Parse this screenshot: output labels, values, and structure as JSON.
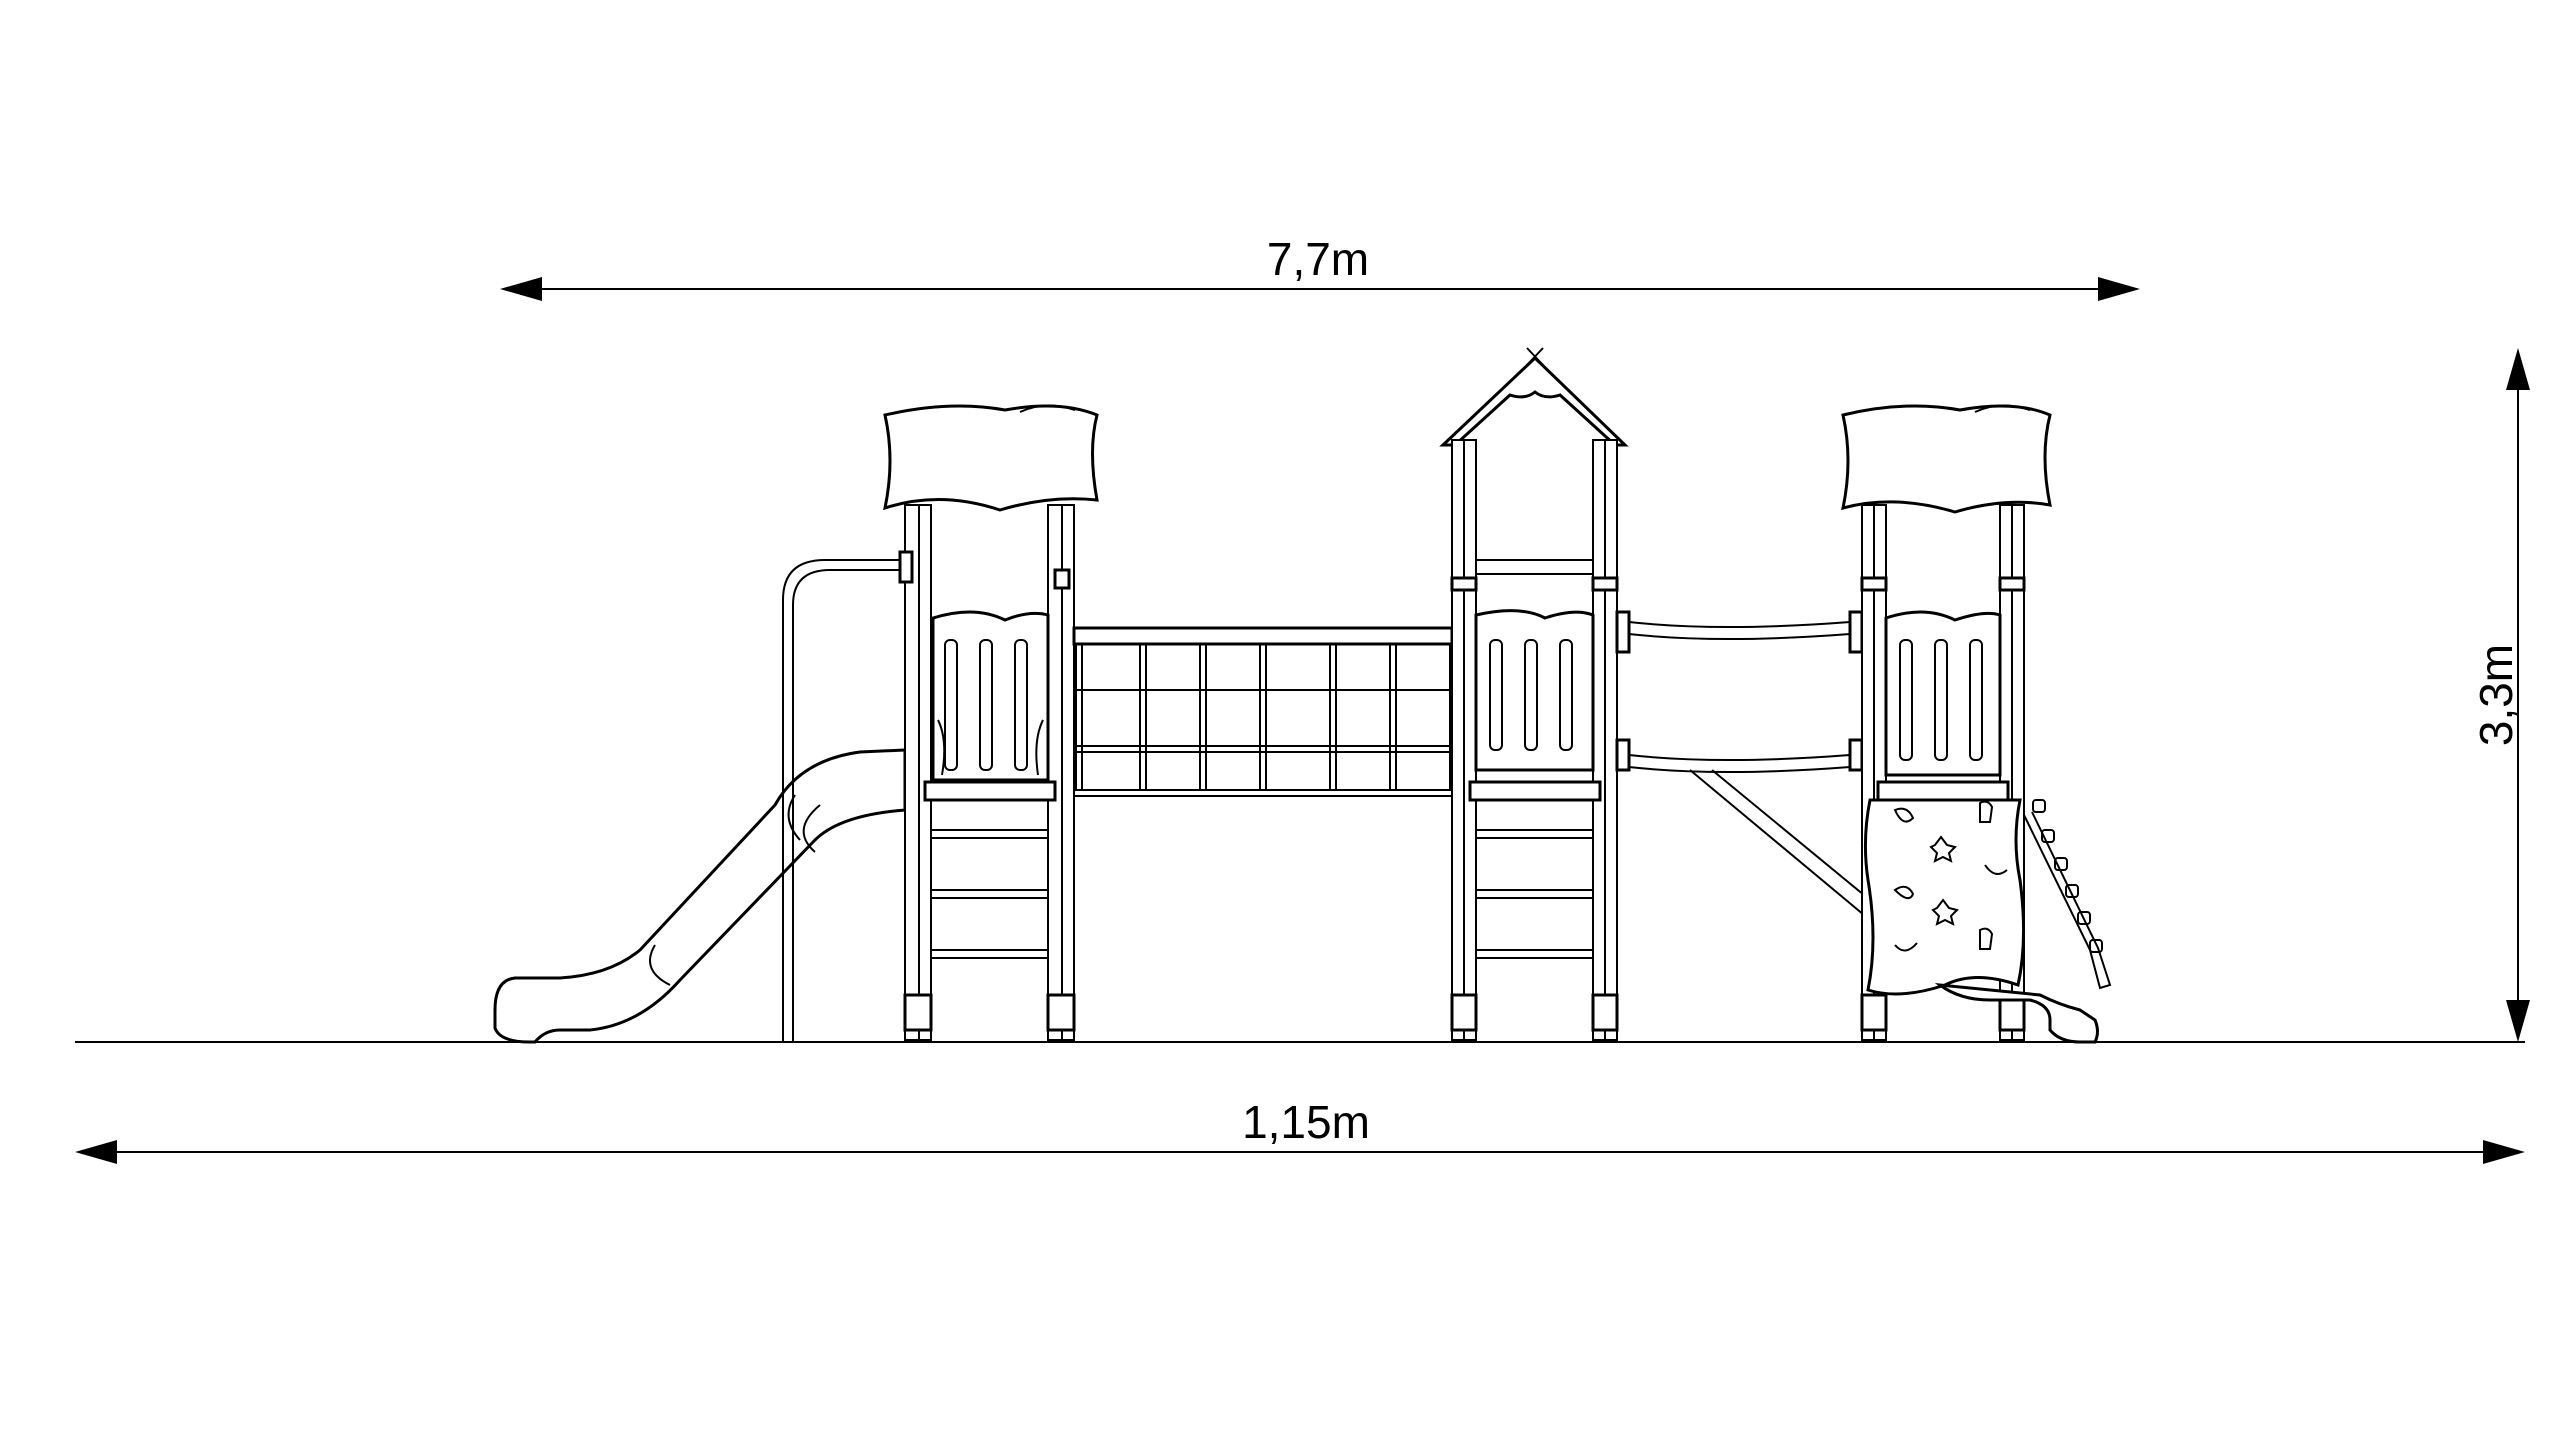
{
  "dimensions": {
    "top_width": "7,7m",
    "bottom_width": "1,15m",
    "height": "3,3m"
  },
  "colors": {
    "line": "#000000",
    "background": "#ffffff"
  }
}
